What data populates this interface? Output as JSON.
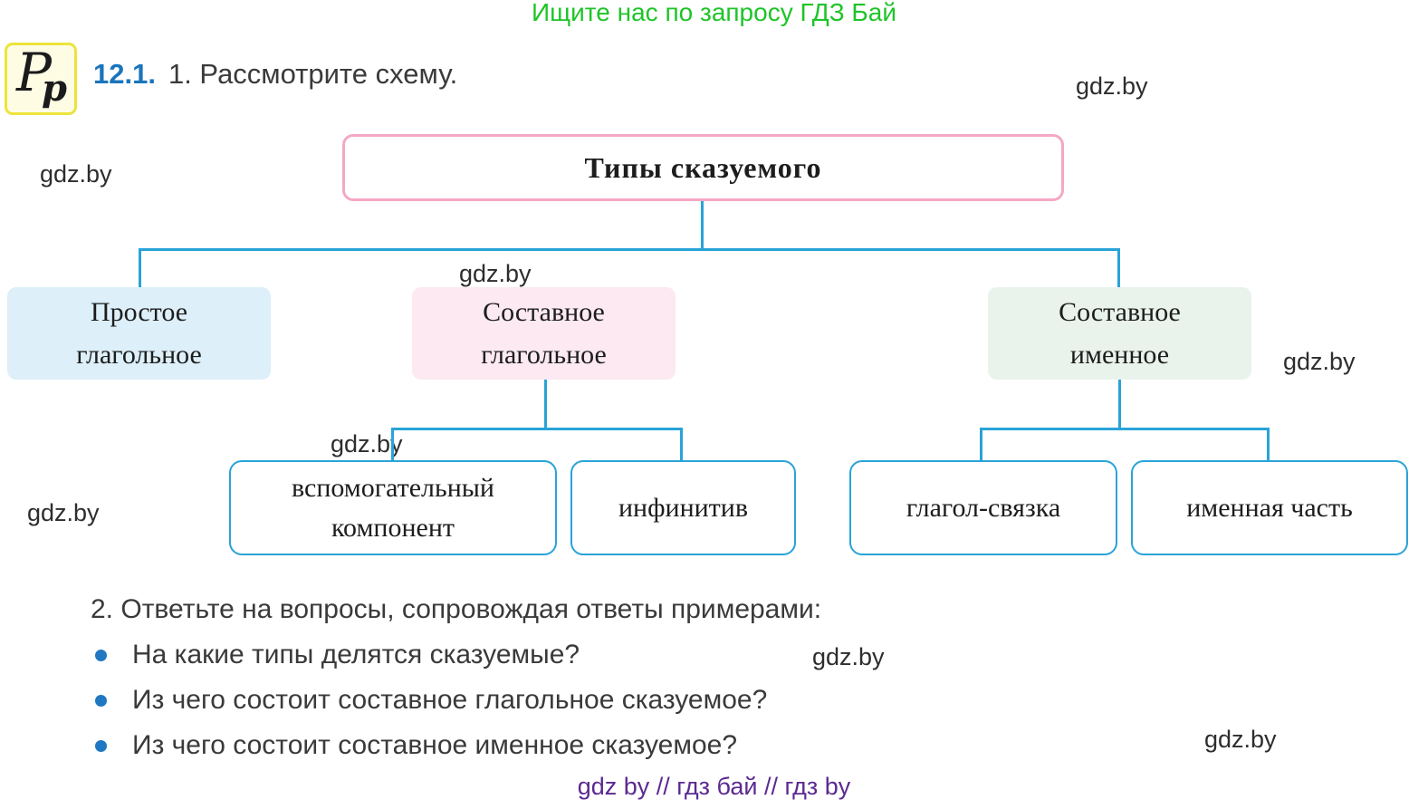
{
  "header": {
    "promo_text": "Ищите нас по запросу ГДЗ Бай",
    "logo_big_letter": "P",
    "logo_small_letter": "p",
    "exercise_number": "12.1.",
    "task1_text": "1. Рассмотрите схему."
  },
  "watermark_text": "gdz.by",
  "diagram": {
    "root_label": "Типы сказуемого",
    "level1": [
      {
        "line1": "Простое",
        "line2": "глагольное"
      },
      {
        "line1": "Составное",
        "line2": "глагольное"
      },
      {
        "line1": "Составное",
        "line2": "именное"
      }
    ],
    "level2": [
      {
        "line1": "вспомогательный",
        "line2": "компонент"
      },
      {
        "line1": "инфинитив",
        "line2": ""
      },
      {
        "line1": "глагол-связка",
        "line2": ""
      },
      {
        "line1": "именная часть",
        "line2": ""
      }
    ]
  },
  "task2": {
    "intro": "2. Ответьте на вопросы, сопровождая ответы примерами:",
    "questions": [
      "На какие типы делятся сказуемые?",
      "Из чего состоит составное глагольное сказуемое?",
      "Из чего состоит составное именное сказуемое?"
    ]
  },
  "footer": {
    "text": "gdz by  //  гдз бай  //  гдз by"
  },
  "colors": {
    "promo_green": "#1ec428",
    "exercise_number_blue": "#1a75bc",
    "connector_blue": "#29a3d8",
    "root_border_pink": "#f4a8c5",
    "box_blue_bg": "#ddeff9",
    "box_pink_bg": "#fce9f1",
    "box_green_bg": "#e9f3ec",
    "child_box_border": "#2aa3d8",
    "bullet_blue": "#1f78c1",
    "footer_purple": "#5b2a91",
    "body_text": "#3a3a3a",
    "logo_bg": "#fffce4",
    "logo_border": "#ece43c"
  }
}
